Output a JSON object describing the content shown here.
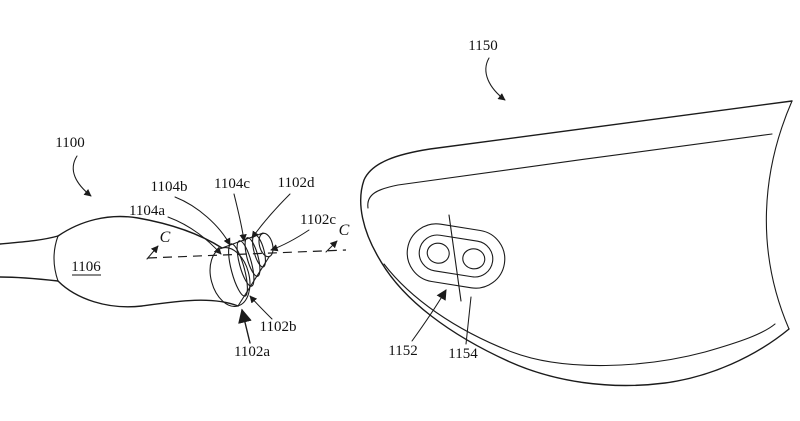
{
  "figure": {
    "type": "patent-line-drawing",
    "description_visible": false
  },
  "style": {
    "line_color": "#1b1b1b",
    "background": "#ffffff"
  },
  "labels": {
    "n1100": "1100",
    "n1106": "1106",
    "n1104a": "1104a",
    "n1104b": "1104b",
    "n1104c": "1104c",
    "n1102a": "1102a",
    "n1102b": "1102b",
    "n1102c": "1102c",
    "n1102d": "1102d",
    "c_left": "C",
    "c_right": "C",
    "n1150": "1150",
    "n1152": "1152",
    "n1154": "1154"
  }
}
